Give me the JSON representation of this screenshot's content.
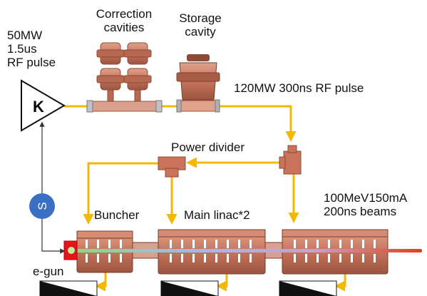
{
  "labels": {
    "klystron_spec": [
      "50MW",
      "1.5us",
      "RF pulse"
    ],
    "correction_cavities": [
      "Correction",
      "cavities"
    ],
    "storage_cavity": [
      "Storage",
      "cavity"
    ],
    "compressed_pulse": "120MW 300ns RF pulse",
    "power_divider": "Power divider",
    "beam_spec": [
      "100MeV150mA",
      "200ns beams"
    ],
    "buncher": "Buncher",
    "main_linac": "Main linac*2",
    "egun": "e-gun"
  },
  "symbols": {
    "klystron": "K",
    "source": "S"
  },
  "colors": {
    "rf_line": "#F5B800",
    "copper": "#C8735A",
    "copper_dark": "#8E4A36",
    "source_blue": "#3B6FC4",
    "gun_red": "#E8141B",
    "beam_end": "#E0401A"
  }
}
